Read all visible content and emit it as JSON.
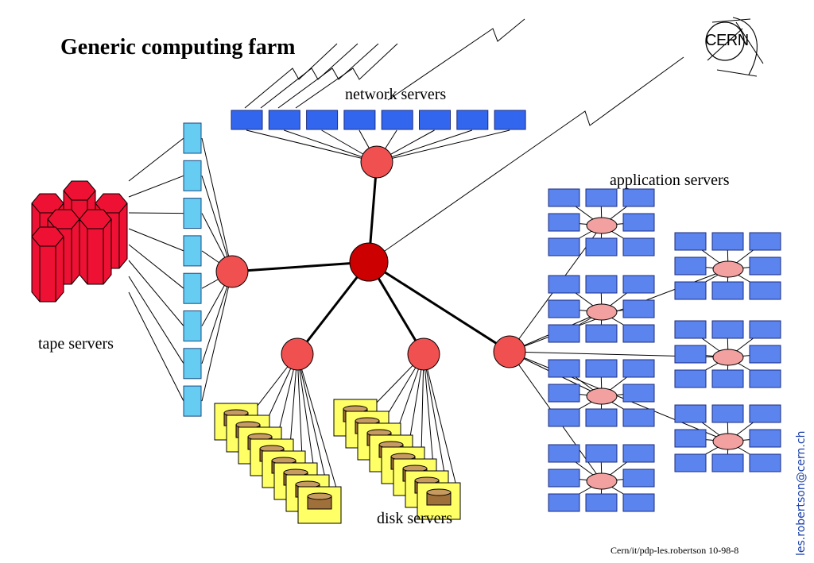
{
  "title": "Generic computing farm",
  "labels": {
    "network_servers": "network servers",
    "application_servers": "application servers",
    "tape_servers": "tape servers",
    "disk_servers": "disk servers"
  },
  "logo": {
    "text": "CERN"
  },
  "footer": "Cern/it/pdp-les.robertson 10-98-8",
  "email": "les.robertson@cern.ch",
  "colors": {
    "hub_center": "#cc0000",
    "hub": "#f05050",
    "network_server": "#3366ee",
    "tape_server": "#66ccf2",
    "tape_cartridge": "#ee1133",
    "app_server": "#5b84ee",
    "app_hub": "#f2a0a0",
    "disk_box": "#ffff66",
    "disk_cylinder": "#a0703a"
  },
  "counts": {
    "network_servers": 8,
    "tape_servers": 8,
    "disk_servers_per_group": 8,
    "disk_groups": 2,
    "application_clusters": 7
  }
}
